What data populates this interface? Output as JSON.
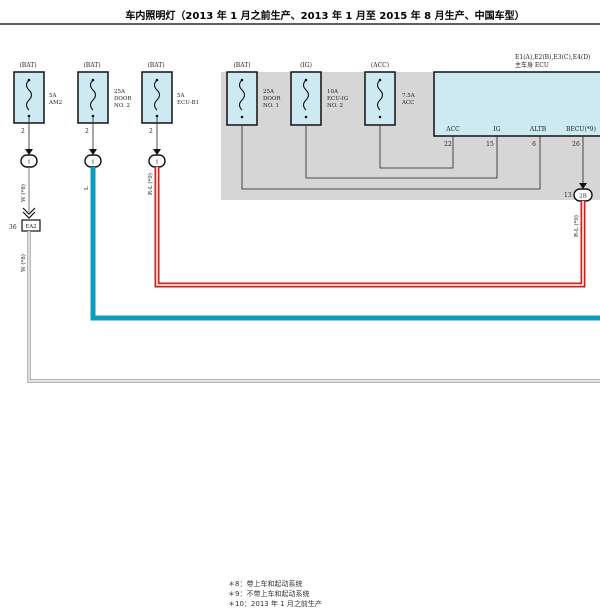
{
  "title": "车内照明灯（2013 年 1 月之前生产、2013 年 1 月至 2015 年 8 月生产、中国车型）",
  "fuses": [
    {
      "source": "(BAT)",
      "rating": "5A",
      "name1": "AM2",
      "name2": "",
      "pin": "2"
    },
    {
      "source": "(BAT)",
      "rating": "25A",
      "name1": "DOOR",
      "name2": "NO. 2",
      "pin": "2"
    },
    {
      "source": "(BAT)",
      "rating": "5A",
      "name1": "ECU-B1",
      "name2": "",
      "pin": "2"
    },
    {
      "source": "(BAT)",
      "rating": "25A",
      "name1": "DOOR",
      "name2": "NO. 1"
    },
    {
      "source": "(IG)",
      "rating": "10A",
      "name1": "ECU-IG",
      "name2": "NO. 2"
    },
    {
      "source": "(ACC)",
      "rating": "7.5A",
      "name1": "ACC",
      "name2": ""
    }
  ],
  "ecu": {
    "connectors": "E1(A),E2(B),E3(C),E4(D)",
    "name": "主车身 ECU",
    "terminals": [
      {
        "label": "ACC",
        "pin": "22"
      },
      {
        "label": "IG",
        "pin": "15"
      },
      {
        "label": "ALTB",
        "pin": "6"
      },
      {
        "label": "BECU(*9)",
        "pin": "26"
      }
    ]
  },
  "junctions": {
    "j1": "1",
    "j2": "1",
    "j3": "1",
    "j4": "2B",
    "j4_pin": "13"
  },
  "connector_ea2": {
    "label": "EA2",
    "pin": "36"
  },
  "wire_labels": {
    "w1": "W (*8)",
    "w2": "L",
    "w3": "R-L (*9)",
    "w4": "R-L (*9)",
    "w5": "W (*8)"
  },
  "notes": [
    "＊8：带上车和起动系统",
    "＊9：不带上车和起动系统",
    "＊10：2013 年 1 月之前生产"
  ],
  "colors": {
    "fuse_fill": "#cdeaf2",
    "ecu_fill": "#cdeaf2",
    "shade": "#d6d6d6",
    "wire_blue": "#0a9dc0",
    "wire_red": "#d62020",
    "wire_gray": "#8a8a8a"
  }
}
